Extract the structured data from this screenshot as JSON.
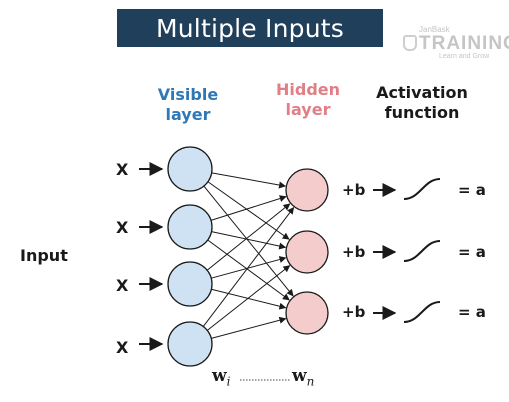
{
  "title": "Multiple Inputs",
  "logo": {
    "small_text": "JanBask",
    "main_text": "TRAINING",
    "tagline": "Learn and Grow"
  },
  "columns": {
    "visible": {
      "line1": "Visible",
      "line2": "layer"
    },
    "hidden": {
      "line1": "Hidden",
      "line2": "layer"
    },
    "activation": {
      "line1": "Activation",
      "line2": "function"
    }
  },
  "inputs": [
    "X",
    "X",
    "X",
    "X"
  ],
  "input_label": "Input",
  "bias_labels": [
    "+b",
    "+b",
    "+b"
  ],
  "outputs": [
    "= a",
    "= a",
    "= a"
  ],
  "weights": {
    "first": "w",
    "first_sub": "i",
    "last": "w",
    "last_sub": "n"
  },
  "colors": {
    "title_bg": "#1f3f5b",
    "visible_node_fill": "#cfe2f3",
    "hidden_node_fill": "#f4cccc",
    "visible_text": "#2f78b5",
    "hidden_text": "#e07f85"
  }
}
